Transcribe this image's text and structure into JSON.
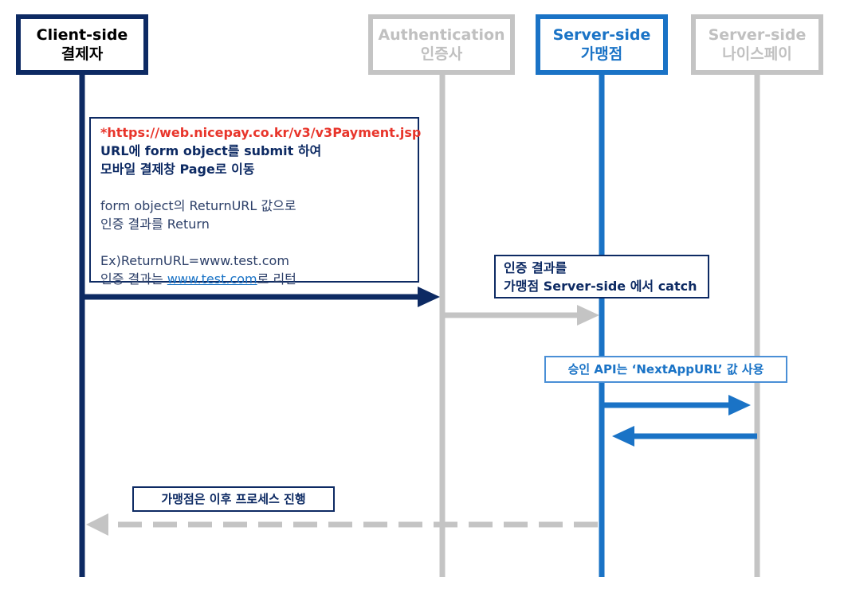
{
  "actors": {
    "client": {
      "line1": "Client-side",
      "line2": "결제자",
      "color": "#0d2a63"
    },
    "auth": {
      "line1": "Authentication",
      "line2": "인증사",
      "color": "#c4c4c4"
    },
    "merchant": {
      "line1": "Server-side",
      "line2": "가맹점",
      "color": "#1a73c6"
    },
    "nicepay": {
      "line1": "Server-side",
      "line2": "나이스페이",
      "color": "#c4c4c4"
    }
  },
  "notes": {
    "client": {
      "url": "*https://web.nicepay.co.kr/v3/v3Payment.jsp",
      "bold1": "URL에 form object를 submit 하여",
      "bold2": "모바일 결제창 Page로 이동",
      "plain1": "form object의 ReturnURL 값으로",
      "plain2": "인증 결과를 Return",
      "plain3": "Ex)ReturnURL=www.test.com",
      "plain4_prefix": "인증 결과는 ",
      "plain4_link": "www.test.com",
      "plain4_suffix": "로 리턴"
    },
    "auth_result": {
      "line1": "인증 결과를",
      "line2": "가맹점 Server-side 에서 catch"
    },
    "approval": "승인 API는 ‘NextAppURL’ 값 사용",
    "continue": "가맹점은 이후 프로세스 진행"
  },
  "colors": {
    "navy": "#0d2a63",
    "blue": "#1a73c6",
    "gray": "#c4c4c4",
    "red": "#e8352b"
  }
}
